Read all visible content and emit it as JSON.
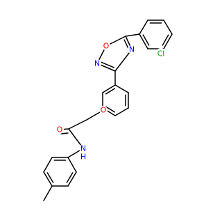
{
  "molecule": {
    "colors": {
      "bond": "#000000",
      "O": "#ff0000",
      "N": "#0000ff",
      "Cl": "#00a000"
    },
    "labels": {
      "cl": "Cl",
      "o_ring": "O",
      "n_ring2": "N",
      "n_ring4": "N",
      "o_ether": "O",
      "o_carbonyl": "O",
      "n_amide": "N",
      "h_amide": "H"
    }
  }
}
